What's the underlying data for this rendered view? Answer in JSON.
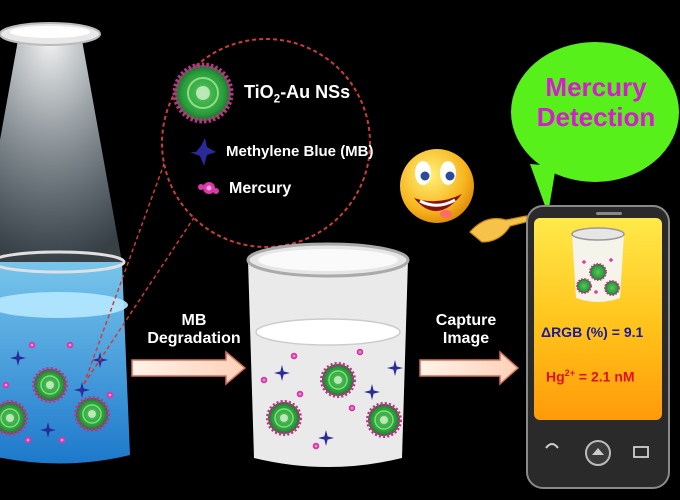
{
  "legend": {
    "tio2_prefix": "TiO",
    "tio2_sub": "2",
    "tio2_suffix": "-Au NSs",
    "mb": "Methylene Blue (MB)",
    "mercury": "Mercury"
  },
  "arrows": {
    "step1_line1": "MB",
    "step1_line2": "Degradation",
    "step2_line1": "Capture",
    "step2_line2": "Image"
  },
  "bubble": {
    "line1": "Mercury",
    "line2": "Detection"
  },
  "phone": {
    "rgb_label": "ΔRGB (%)",
    "rgb_eq": "=",
    "rgb_value": "9.1",
    "hg_symbol": "Hg",
    "hg_charge": "2+",
    "hg_rest": " = 2.1 nM"
  },
  "colors": {
    "background": "#000000",
    "bubble_green": "#57f01a",
    "bubble_text": "#d81bd0",
    "hg_text": "#e01010",
    "rgb_text": "#1a1a9a",
    "water_blue": "#2f9fe8"
  }
}
